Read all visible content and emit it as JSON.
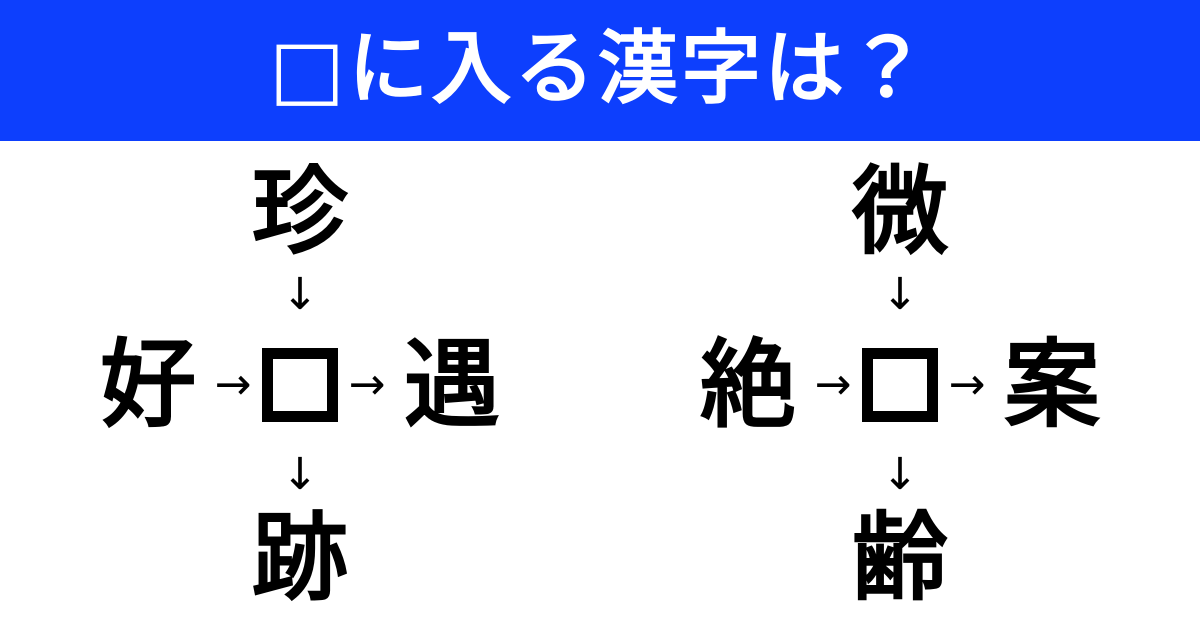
{
  "header": {
    "title": "□に入る漢字は？",
    "background_color": "#0d3ffd",
    "text_color": "#ffffff"
  },
  "icons": {
    "arrow_right": "→",
    "arrow_down": "↓"
  },
  "puzzles": [
    {
      "id": "puzzle-left",
      "top": "珍",
      "left": "好",
      "center": "□",
      "right": "遇",
      "bottom": "跡"
    },
    {
      "id": "puzzle-right",
      "top": "微",
      "left": "絶",
      "center": "□",
      "right": "案",
      "bottom": "齢"
    }
  ],
  "colors": {
    "page_background": "#ffffff",
    "ink": "#000000",
    "banner": "#0d3ffd"
  }
}
